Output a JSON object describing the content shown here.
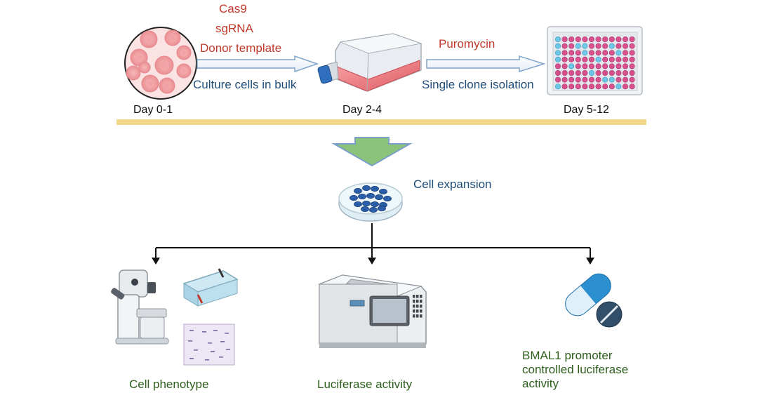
{
  "reagents": [
    "Cas9",
    "sgRNA",
    "Donor template"
  ],
  "step1_label": "Culture cells in bulk",
  "selection_agent": "Puromycin",
  "step2_label": "Single clone isolation",
  "days": [
    "Day 0-1",
    "Day 2-4",
    "Day 5-12"
  ],
  "expansion_label": "Cell expansion",
  "outputs": {
    "phenotype": "Cell phenotype",
    "luciferase": "Luciferase activity",
    "bmal1_line1": "BMAL1 promoter",
    "bmal1_line2": "controlled luciferase",
    "bmal1_line3": "activity"
  },
  "colors": {
    "timeline_bar": "#f0d68a",
    "down_arrow": "#8cc37a",
    "reagent_text": "#c0392b",
    "step_text": "#1f4e79",
    "output_text": "#2e5e1e"
  },
  "icons": [
    "cell-dish-icon",
    "culture-flask-icon",
    "well-plate-icon",
    "petri-dish-icon",
    "microscope-icon",
    "gel-box-icon",
    "gel-blot-icon",
    "plate-reader-icon",
    "capsule-pill-icon"
  ]
}
